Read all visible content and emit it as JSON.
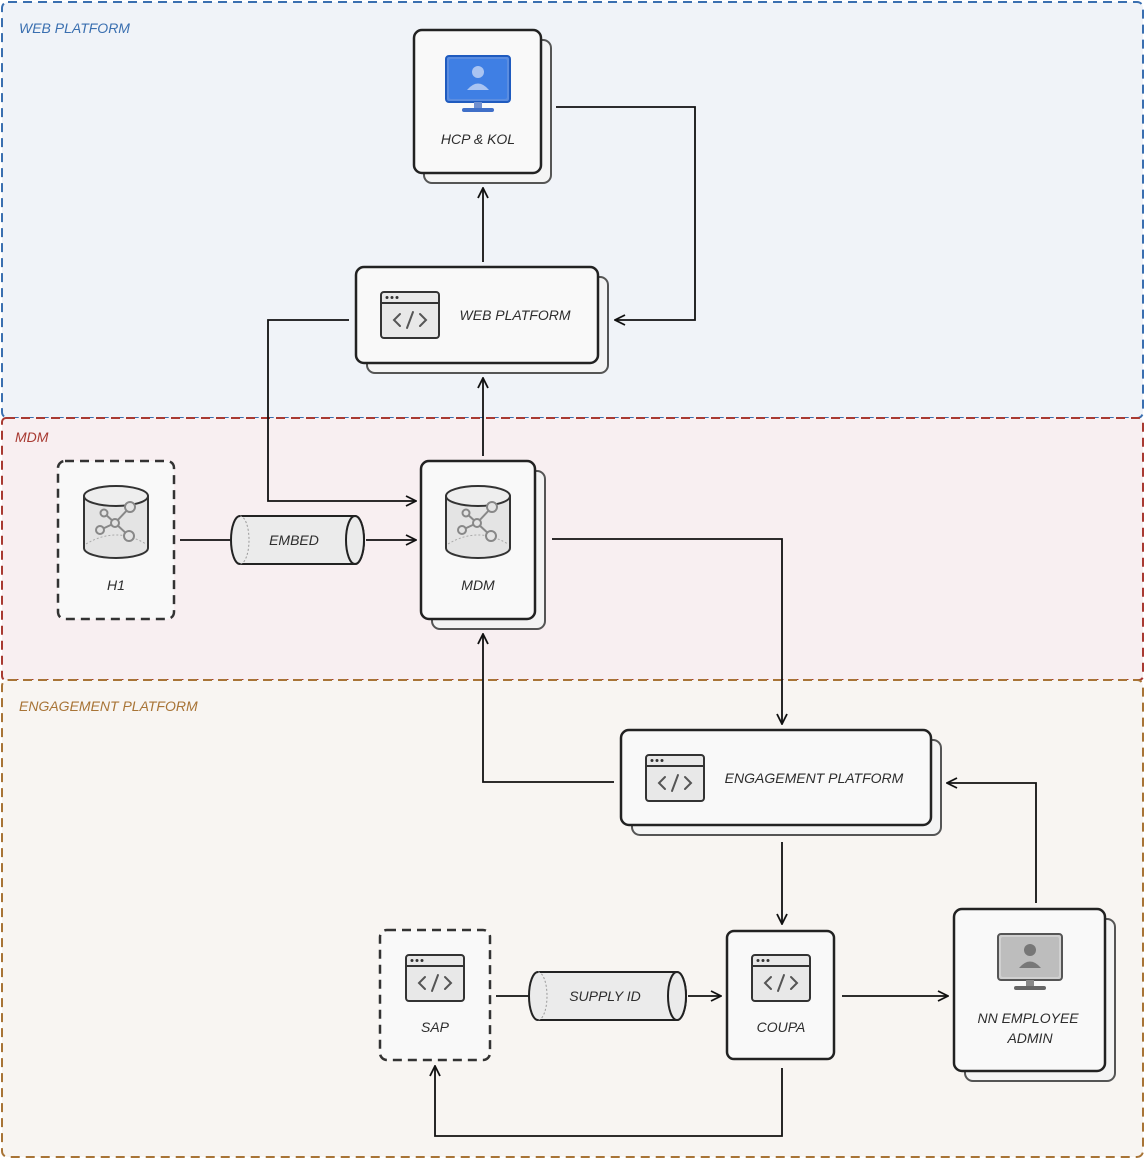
{
  "zones": [
    {
      "id": "web",
      "label": "WEB PLATFORM",
      "color": "#3a6fb0"
    },
    {
      "id": "mdm",
      "label": "MDM",
      "color": "#a83a32"
    },
    {
      "id": "engagement",
      "label": "ENGAGEMENT PLATFORM",
      "color": "#a87436"
    }
  ],
  "nodes": {
    "hcp": {
      "label": "HCP & KOL",
      "icon": "monitor-user-icon"
    },
    "web": {
      "label": "WEB PLATFORM",
      "icon": "code-window-icon"
    },
    "h1": {
      "label": "H1",
      "icon": "database-network-icon"
    },
    "embed": {
      "label": "EMBED",
      "icon": "pipe-icon"
    },
    "mdm": {
      "label": "MDM",
      "icon": "database-network-icon"
    },
    "engagement": {
      "label": "ENGAGEMENT PLATFORM",
      "icon": "code-window-icon"
    },
    "sap": {
      "label": "SAP",
      "icon": "code-window-icon"
    },
    "supply": {
      "label": "SUPPLY ID",
      "icon": "pipe-icon"
    },
    "coupa": {
      "label": "COUPA",
      "icon": "code-window-icon"
    },
    "nn": {
      "label_line1": "NN EMPLOYEE",
      "label_line2": "ADMIN",
      "icon": "monitor-user-icon"
    }
  }
}
